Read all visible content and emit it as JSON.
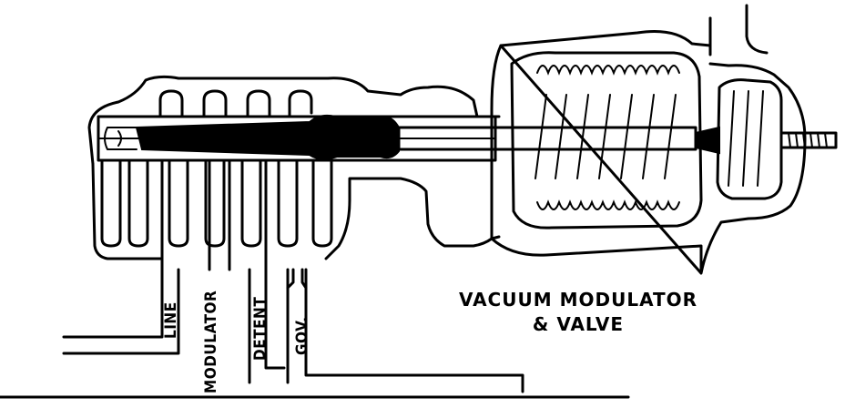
{
  "port_labels": {
    "line": "LINE",
    "modulator": "MODULATOR",
    "detent": "DETENT",
    "gov": "GOV."
  },
  "caption": {
    "line1": "VACUUM MODULATOR",
    "line2": "& VALVE"
  },
  "colors": {
    "ink": "#000000",
    "paper": "#ffffff"
  }
}
